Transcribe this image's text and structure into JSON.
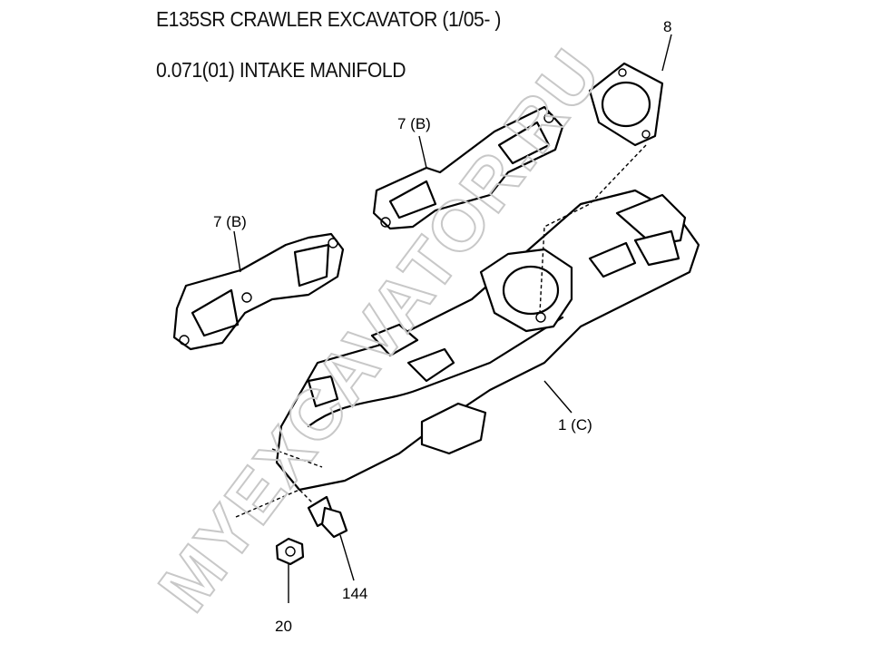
{
  "header": {
    "model": "E135SR CRAWLER EXCAVATOR (1/05- )",
    "section": "0.071(01) INTAKE MANIFOLD"
  },
  "callouts": {
    "gasket_top": "8",
    "gasket_b_upper": "7 (B)",
    "gasket_b_lower": "7 (B)",
    "manifold": "1 (C)",
    "bolt": "144",
    "nut": "20"
  },
  "watermark": "MYEXCAVATOR.RU"
}
